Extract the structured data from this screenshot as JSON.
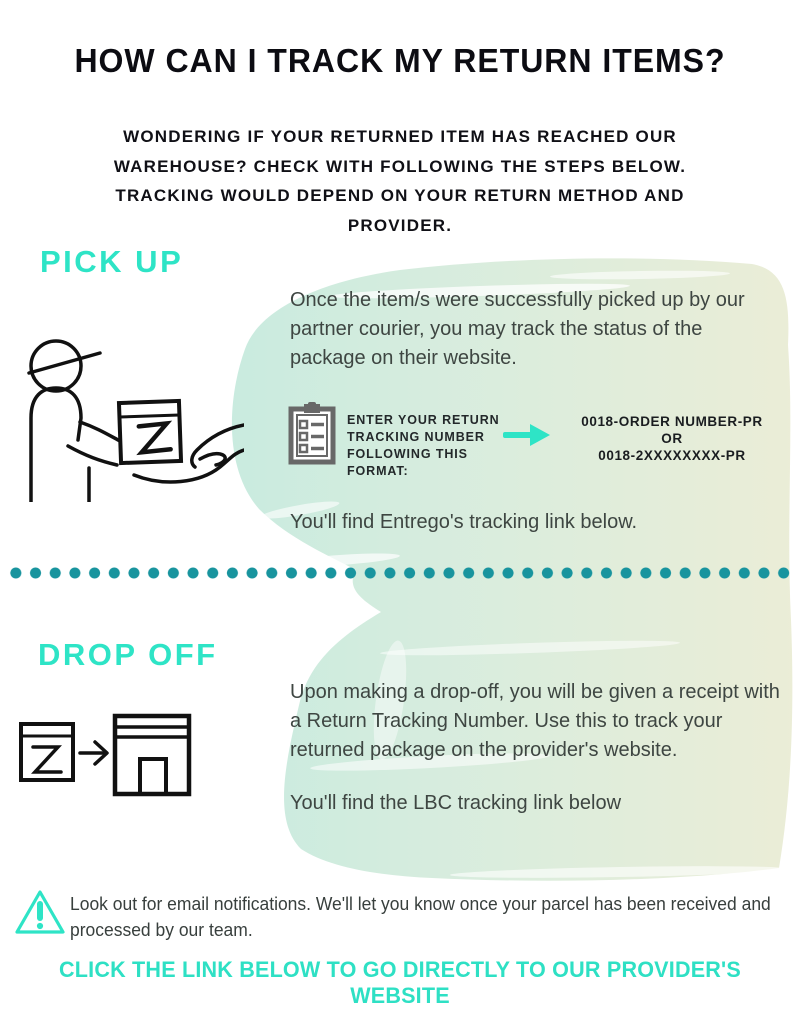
{
  "page": {
    "title": "HOW CAN I TRACK MY RETURN ITEMS?",
    "subtitle_lines": [
      "WONDERING IF YOUR RETURNED ITEM HAS REACHED OUR",
      "WAREHOUSE? CHECK WITH FOLLOWING THE STEPS BELOW.",
      "TRACKING WOULD DEPEND ON YOUR RETURN METHOD AND",
      "PROVIDER."
    ]
  },
  "pickup": {
    "heading": "PICK UP",
    "description": "Once the item/s were successfully picked up by our partner courier, you may track the status of the package on their website.",
    "format_label_lines": [
      "ENTER YOUR RETURN",
      "TRACKING NUMBER",
      "FOLLOWING THIS FORMAT:"
    ],
    "format_value_lines": [
      "0018-ORDER NUMBER-PR",
      "OR",
      "0018-2XXXXXXXX-PR"
    ],
    "tracking_note": "You'll find Entrego's tracking link below."
  },
  "dropoff": {
    "heading": "DROP OFF",
    "description": "Upon making a drop-off, you will be given a receipt with a Return Tracking Number. Use this to track your returned package on the provider's website.",
    "tracking_note": "You'll find the LBC tracking link below"
  },
  "notice": {
    "text": "Look out for email notifications. We'll let you know once your parcel has been received and processed by our team."
  },
  "footer": {
    "cta": "CLICK THE LINK BELOW TO GO DIRECTLY TO OUR PROVIDER'S WEBSITE"
  },
  "icons": {
    "clipboard": "clipboard-checklist-icon",
    "arrow": "teal-arrow-right-icon",
    "courier": "courier-handing-package-illustration",
    "dropoff": "package-to-store-icon",
    "warning": "warning-triangle-icon"
  },
  "colors": {
    "accent_teal": "#2EE4C6",
    "divider_dot_teal": "#18949E",
    "body_text": "#3E4642",
    "title_text": "#0C0C12",
    "blob_mint": "#C7EADE",
    "blob_sage": "#EAECD5",
    "icon_gray": "#686868",
    "line_art_black": "#111111"
  }
}
